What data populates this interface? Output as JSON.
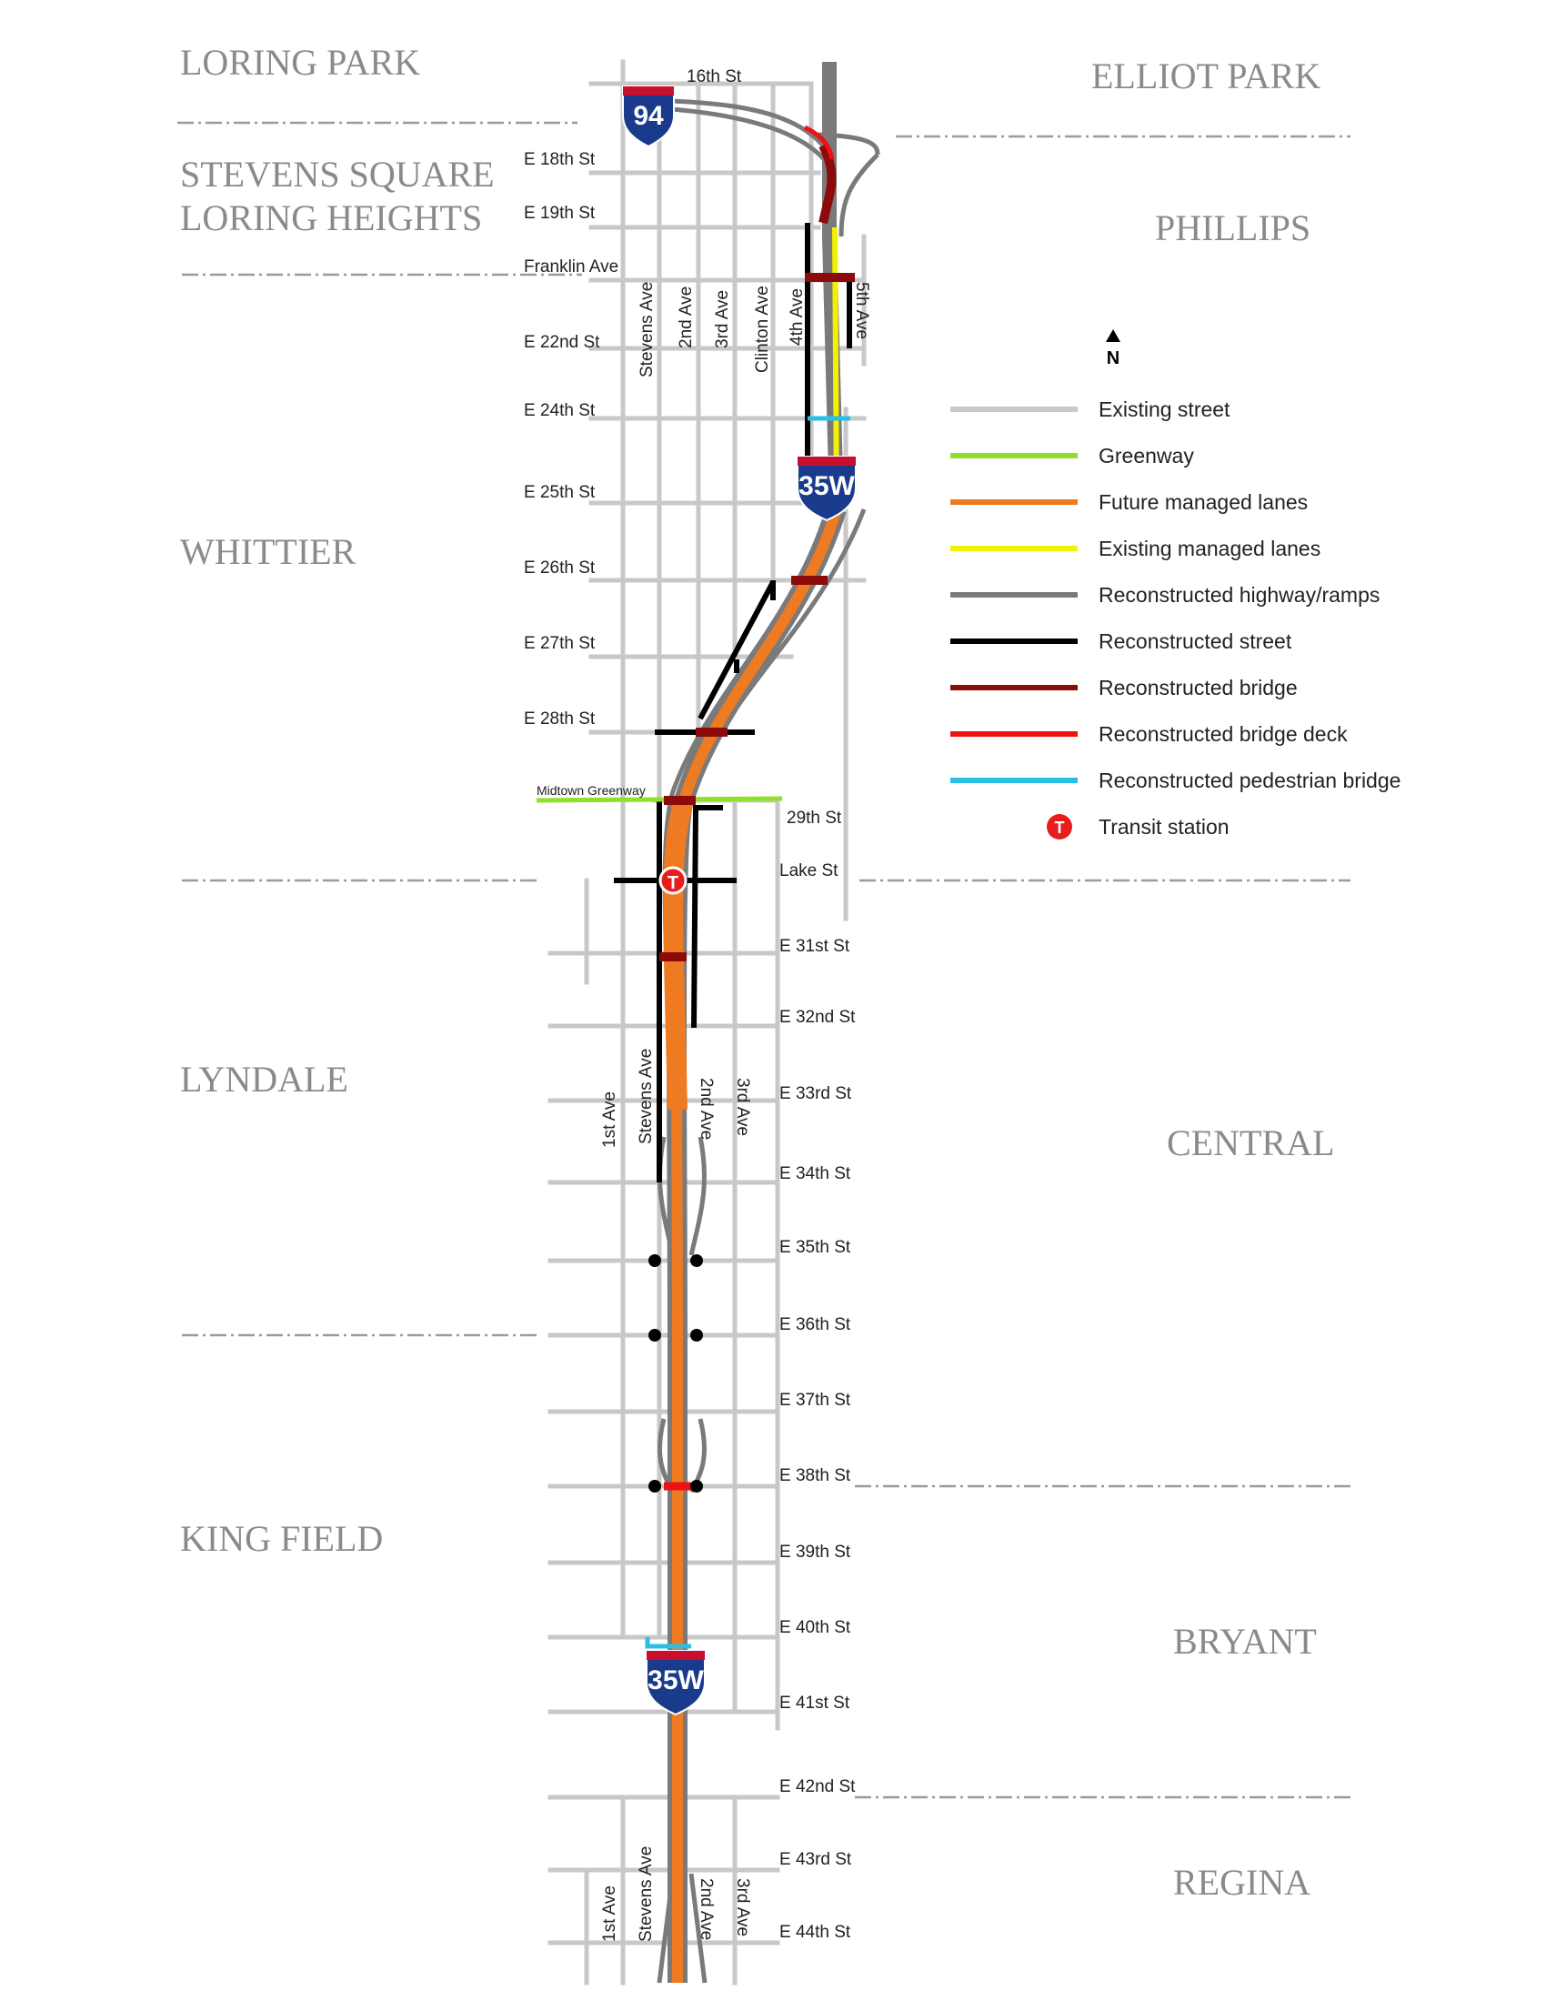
{
  "neighborhoods": {
    "loring_park": "LORING PARK",
    "elliot_park": "ELLIOT PARK",
    "stevens_square_1": "STEVENS SQUARE",
    "stevens_square_2": "LORING HEIGHTS",
    "phillips": "PHILLIPS",
    "whittier": "WHITTIER",
    "lyndale": "LYNDALE",
    "central": "CENTRAL",
    "king_field": "KING FIELD",
    "bryant": "BRYANT",
    "regina": "REGINA"
  },
  "streets": {
    "s16th": "16th St",
    "e18th": "E 18th St",
    "e19th": "E 19th St",
    "franklin": "Franklin Ave",
    "e22nd": "E 22nd St",
    "e24th": "E 24th St",
    "e25th": "E 25th St",
    "e26th": "E 26th St",
    "e27th": "E 27th St",
    "e28th": "E 28th St",
    "midtown": "Midtown Greenway",
    "s29th": "29th St",
    "lake": "Lake St",
    "e31st": "E 31st St",
    "e32nd": "E 32nd St",
    "e33rd": "E 33rd St",
    "e34th": "E 34th St",
    "e35th": "E 35th St",
    "e36th": "E 36th St",
    "e37th": "E 37th St",
    "e38th": "E 38th St",
    "e39th": "E 39th St",
    "e40th": "E 40th St",
    "e41st": "E 41st St",
    "e42nd": "E 42nd St",
    "e43rd": "E 43rd St",
    "e44th": "E 44th St"
  },
  "avenues": {
    "stevens": "Stevens Ave",
    "second": "2nd Ave",
    "third": "3rd Ave",
    "clinton": "Clinton Ave",
    "fourth": "4th Ave",
    "fifth": "5th Ave",
    "first": "1st Ave"
  },
  "shields": {
    "i94": "94",
    "i35w": "35W"
  },
  "north_label": "N",
  "legend": {
    "items": [
      {
        "label": "Existing street",
        "color": "#c8c8c8"
      },
      {
        "label": "Greenway",
        "color": "#8ee02a"
      },
      {
        "label": "Future managed lanes",
        "color": "#ee7a22"
      },
      {
        "label": "Existing managed lanes",
        "color": "#f2f200"
      },
      {
        "label": "Reconstructed highway/ramps",
        "color": "#7a7a7a"
      },
      {
        "label": "Reconstructed street",
        "color": "#000000"
      },
      {
        "label": "Reconstructed bridge",
        "color": "#8b0a0a"
      },
      {
        "label": "Reconstructed bridge deck",
        "color": "#ee1111"
      },
      {
        "label": "Reconstructed pedestrian bridge",
        "color": "#2bbfe6"
      }
    ],
    "transit": {
      "label": "Transit station",
      "color": "#e81e1e"
    }
  },
  "colors": {
    "existing_street": "#c8c8c8",
    "greenway": "#8ee02a",
    "future_managed": "#ee7a22",
    "existing_managed": "#f2f200",
    "highway": "#7a7a7a",
    "recon_street": "#000000",
    "recon_bridge": "#8b0a0a",
    "bridge_deck": "#ee1111",
    "ped_bridge": "#2bbfe6",
    "interstate_blue": "#1a3a8c",
    "interstate_red": "#c8102e",
    "boundary": "#9a9a9a"
  }
}
